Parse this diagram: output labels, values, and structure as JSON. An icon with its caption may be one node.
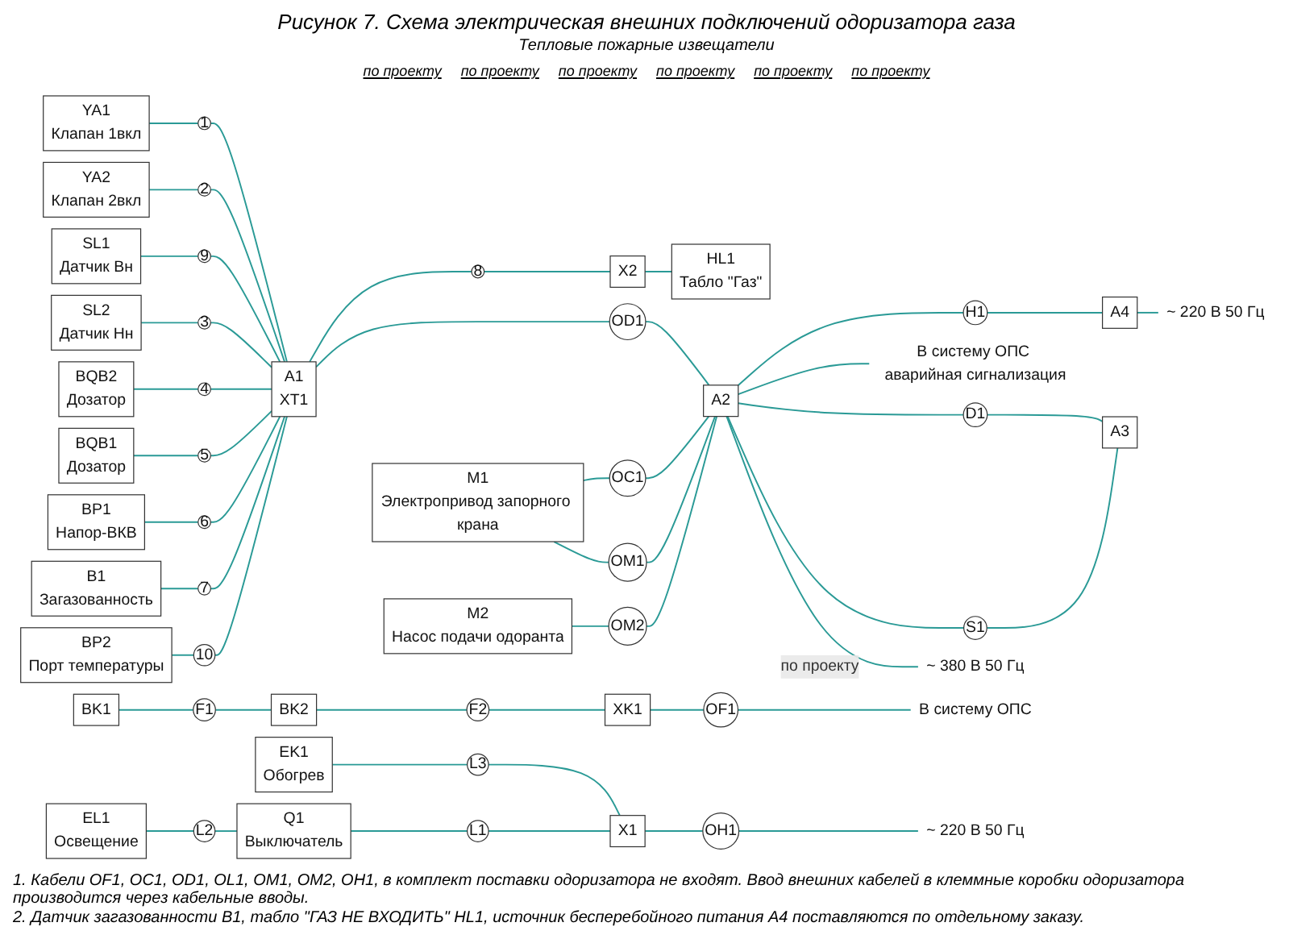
{
  "diagram": {
    "title": "Рисунок 7. Схема электрическая внешних подключений одоризатора газа",
    "nodes": [
      {
        "text": [
          "A1",
          "XT1"
        ]
      },
      {
        "text": [
          "YA2",
          "Клапан 2вкл"
        ]
      },
      {
        "text": [
          "YA1",
          "Клапан 1вкл"
        ]
      },
      {
        "text": [
          "SL1",
          "Датчик Вн"
        ]
      },
      {
        "text": [
          "SL2",
          "Датчик Нн"
        ]
      },
      {
        "text": [
          "BQB2",
          "Дозатор"
        ]
      },
      {
        "text": [
          "BQB1",
          "Дозатор"
        ]
      },
      {
        "text": [
          "BP1",
          "Напор-ВКВ"
        ]
      },
      {
        "text": [
          "B1",
          "Загазованность"
        ]
      },
      {
        "text": [
          "BP2",
          "Порт температуры"
        ]
      },
      {
        "text": [
          "M2",
          "Насос подачи одоранта"
        ]
      },
      {
        "text": [
          "EL1",
          "Освещение"
        ]
      },
      {
        "text": [
          "Q1",
          "Выключатель"
        ]
      },
      {
        "text": [
          "EK1",
          "Обогрев"
        ]
      },
      {
        "text": [
          "X1"
        ]
      },
      {
        "text": [
          "X2"
        ]
      },
      {
        "text": [
          "HL1",
          "Табло \"Газ\""
        ]
      },
      {
        "text": [
          "BK1"
        ]
      },
      {
        "text": [
          "BK2"
        ]
      },
      {
        "text": [
          "XK1"
        ]
      },
      {
        "text": [
          "M1",
          "Электропривод запорного крана"
        ]
      },
      {
        "text": [
          "A2"
        ]
      },
      {
        "text": [
          "A4"
        ]
      },
      {
        "text": [
          "A3"
        ]
      },
      {
        "text": [
          "1"
        ]
      },
      {
        "text": [
          "2"
        ]
      },
      {
        "text": [
          "9"
        ]
      },
      {
        "text": [
          "3"
        ]
      },
      {
        "text": [
          "4"
        ]
      },
      {
        "text": [
          "5"
        ]
      },
      {
        "text": [
          "6"
        ]
      },
      {
        "text": [
          "7"
        ]
      },
      {
        "text": [
          "10"
        ]
      },
      {
        "text": [
          "8"
        ]
      },
      {
        "text": [
          "F1"
        ]
      },
      {
        "text": [
          "F2"
        ]
      },
      {
        "text": [
          "OF1"
        ]
      },
      {
        "text": [
          "OD1"
        ]
      },
      {
        "text": [
          "OC1"
        ]
      },
      {
        "text": [
          "OM1"
        ]
      },
      {
        "text": [
          "OM2"
        ]
      },
      {
        "text": [
          "L2"
        ]
      },
      {
        "text": [
          "L1"
        ]
      },
      {
        "text": [
          "L3"
        ]
      },
      {
        "text": [
          "OH1"
        ]
      },
      {
        "text": [
          "H1"
        ]
      },
      {
        "text": [
          "D1"
        ]
      },
      {
        "text": [
          "S1"
        ]
      },
      {
        "text": [
          "В систему ОПС"
        ]
      },
      {
        "text": [
          "В систему ОПС аварийная сигнализация"
        ]
      },
      {
        "text": [
          "~ 220 В 50 Гц"
        ]
      },
      {
        "text": [
          "~ 380 В 50 Гц"
        ]
      },
      {
        "text": [
          "~ 220 В 50 Гц"
        ]
      }
    ],
    "edges": [
      {
        "from": 2,
        "to": 24,
        "arrow": "none"
      },
      {
        "from": 24,
        "to": 0,
        "arrow": "none"
      },
      {
        "from": 1,
        "to": 25,
        "arrow": "none"
      },
      {
        "from": 25,
        "to": 0,
        "arrow": "none"
      },
      {
        "from": 3,
        "to": 26,
        "arrow": "none"
      },
      {
        "from": 26,
        "to": 0,
        "arrow": "none"
      },
      {
        "from": 4,
        "to": 27,
        "arrow": "none"
      },
      {
        "from": 27,
        "to": 0,
        "arrow": "none"
      },
      {
        "from": 5,
        "to": 28,
        "arrow": "none"
      },
      {
        "from": 28,
        "to": 0,
        "arrow": "none"
      },
      {
        "from": 6,
        "to": 29,
        "arrow": "none"
      },
      {
        "from": 29,
        "to": 0,
        "arrow": "none"
      },
      {
        "from": 7,
        "to": 30,
        "arrow": "none"
      },
      {
        "from": 30,
        "to": 0,
        "arrow": "none"
      },
      {
        "from": 8,
        "to": 31,
        "arrow": "none"
      },
      {
        "from": 31,
        "to": 0,
        "arrow": "none"
      },
      {
        "from": 9,
        "to": 32,
        "arrow": "none"
      },
      {
        "from": 32,
        "to": 0,
        "arrow": "none"
      },
      {
        "from": 0,
        "to": 33,
        "arrow": "none"
      },
      {
        "from": 33,
        "to": 15,
        "arrow": "none"
      },
      {
        "from": 15,
        "to": 16,
        "arrow": "none"
      },
      {
        "from": 17,
        "to": 34,
        "arrow": "none"
      },
      {
        "from": 34,
        "to": 18,
        "arrow": "none"
      },
      {
        "from": 18,
        "to": 35,
        "arrow": "none"
      },
      {
        "from": 35,
        "to": 19,
        "arrow": "none"
      },
      {
        "from": 19,
        "to": 36,
        "arrow": "none"
      },
      {
        "from": 36,
        "to": 48,
        "arrow": "none"
      },
      {
        "from": 0,
        "to": 37,
        "arrow": "none"
      },
      {
        "from": 37,
        "to": 21,
        "arrow": "none"
      },
      {
        "from": 20,
        "to": 38,
        "arrow": "none"
      },
      {
        "from": 38,
        "to": 21,
        "arrow": "none"
      },
      {
        "from": 20,
        "to": 39,
        "arrow": "none"
      },
      {
        "from": 39,
        "to": 21,
        "arrow": "none"
      },
      {
        "from": 10,
        "to": 40,
        "arrow": "none"
      },
      {
        "from": 40,
        "to": 21,
        "arrow": "none"
      },
      {
        "from": 11,
        "to": 41,
        "arrow": "none"
      },
      {
        "from": 41,
        "to": 12,
        "arrow": "none"
      },
      {
        "from": 12,
        "to": 42,
        "arrow": "none"
      },
      {
        "from": 42,
        "to": 14,
        "arrow": "none"
      },
      {
        "from": 13,
        "to": 43,
        "arrow": "none"
      },
      {
        "from": 43,
        "to": 14,
        "arrow": "none"
      },
      {
        "from": 14,
        "to": 44,
        "arrow": "none"
      },
      {
        "from": 44,
        "to": 52,
        "arrow": "none"
      },
      {
        "from": 21,
        "to": 45,
        "arrow": "none"
      },
      {
        "from": 45,
        "to": 22,
        "arrow": "none"
      },
      {
        "from": 22,
        "to": 50,
        "arrow": "none"
      },
      {
        "from": 21,
        "to": 49,
        "arrow": "none"
      },
      {
        "from": 21,
        "to": 46,
        "arrow": "none"
      },
      {
        "from": 46,
        "to": 23,
        "arrow": "none"
      },
      {
        "from": 21,
        "to": 47,
        "arrow": "none"
      },
      {
        "from": 47,
        "to": 23,
        "arrow": "none"
      },
      {
        "from": 21,
        "to": 51,
        "arrow": "none",
        "label": "по проекту"
      }
    ],
    "labels": [
      "Тепловые пожарные извещатели",
      "по проекту",
      "по проекту",
      "по проекту",
      "по проекту",
      "по проекту",
      "по проекту",
      "1. Кабели OF1, OC1, OD1, OL1, OM1, OM2, OH1, в комплект поставки одоризатора не входят. Ввод внешних кабелей в клеммные коробки одоризатора производится через кабельные вводы.",
      "2. Датчик загазованности B1, табло \"ГАЗ НЕ ВХОДИТЬ\" HL1, источник бесперебойного питания A4 поставляются по отдельному заказу."
    ]
  }
}
